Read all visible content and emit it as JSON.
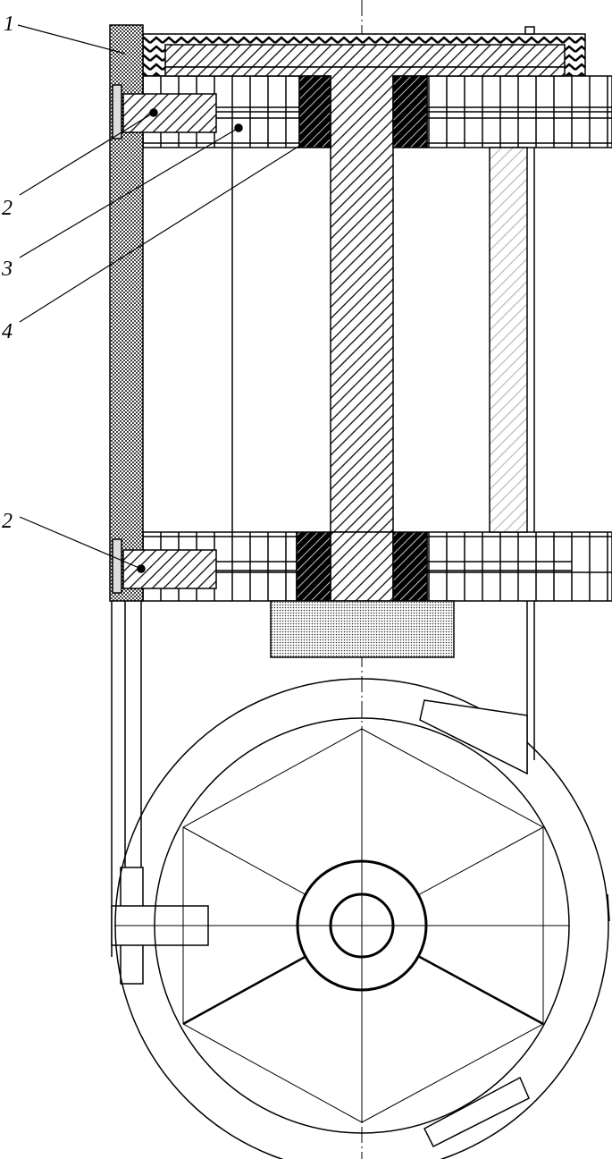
{
  "labels": [
    {
      "id": "1",
      "text": "1"
    },
    {
      "id": "2a",
      "text": "2"
    },
    {
      "id": "3",
      "text": "3"
    },
    {
      "id": "4",
      "text": "4"
    },
    {
      "id": "2b",
      "text": "2"
    }
  ],
  "colors": {
    "line": "#000000",
    "background": "#ffffff",
    "hatch_light": "#bbbbbb"
  }
}
